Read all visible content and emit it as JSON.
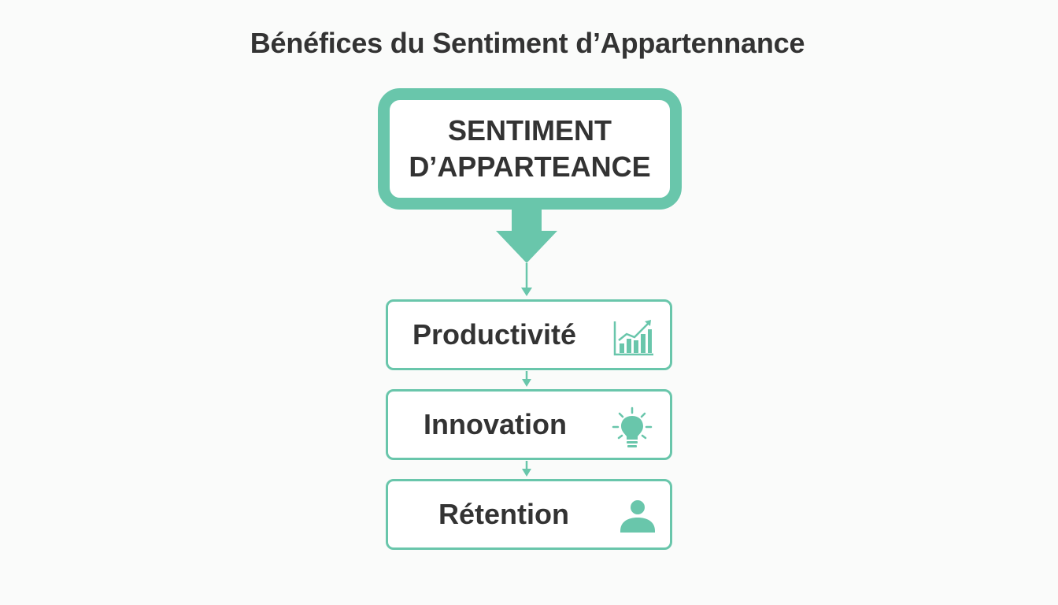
{
  "title": "Bénéfices du Sentiment d’Appartennance",
  "main": {
    "line1": "SENTIMENT",
    "line2": "D’APPARTEANCE"
  },
  "benefits": [
    {
      "label": "Productivité",
      "icon": "bar-chart-growth-icon"
    },
    {
      "label": "Innovation",
      "icon": "lightbulb-icon"
    },
    {
      "label": "Rétention",
      "icon": "person-icon"
    }
  ],
  "colors": {
    "accent": "#69c6ab",
    "text": "#333333",
    "background": "#fafbfa"
  }
}
